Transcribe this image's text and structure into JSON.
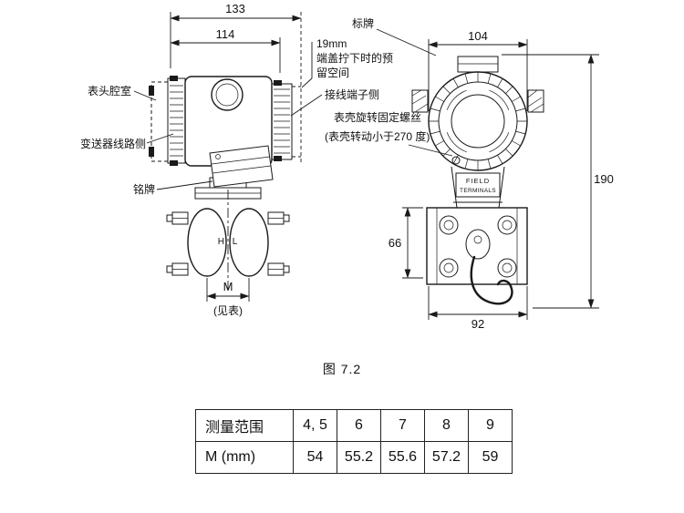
{
  "figure_caption": "图 7.2",
  "left_view": {
    "dim_133": "133",
    "dim_114": "114",
    "label_display_chamber": "表头腔室",
    "label_circuit_side": "变送器线路侧",
    "label_nameplate": "铭牌",
    "note_cap_space_1": "19mm",
    "note_cap_space_2": "端盖拧下时的预",
    "note_cap_space_3": "留空间",
    "label_terminal_side": "接线端子侧",
    "note_screw_1": "表壳旋转固定螺丝",
    "note_screw_2": "(表壳转动小于270 度)",
    "mark_hl": "H L",
    "dim_m": "M",
    "dim_m_note": "(见表)"
  },
  "right_view": {
    "label_tag_plate": "标牌",
    "dim_104": "104",
    "dim_190": "190",
    "dim_66": "66",
    "dim_92": "92",
    "device_text_1": "FIELD",
    "device_text_2": "TERMINALS"
  },
  "table": {
    "header": [
      "测量范围",
      "4, 5",
      "6",
      "7",
      "8",
      "9"
    ],
    "row": [
      "M (mm)",
      "54",
      "55.2",
      "55.6",
      "57.2",
      "59"
    ]
  }
}
